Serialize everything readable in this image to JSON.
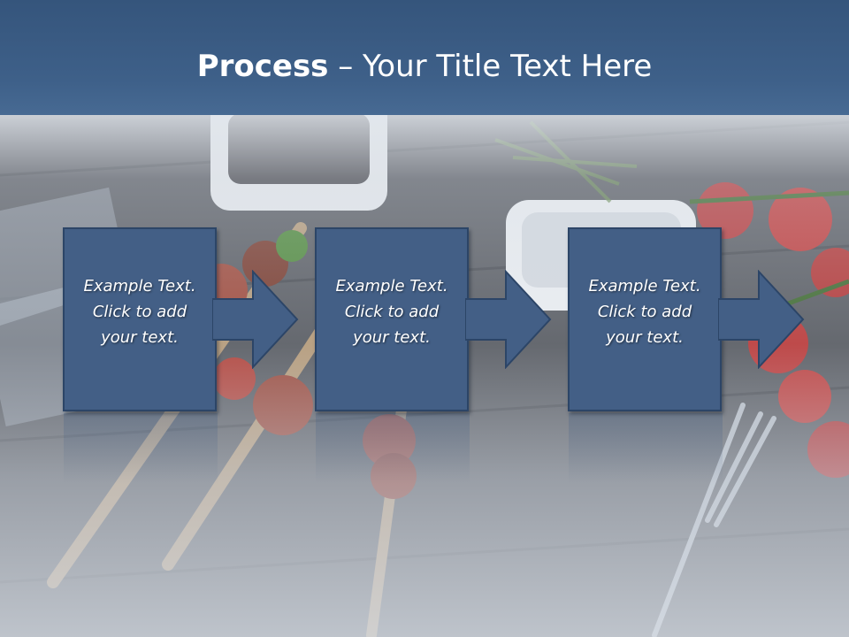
{
  "slide": {
    "title_bold": "Process",
    "title_rest": " – Your Title Text Here"
  },
  "steps": [
    {
      "text": "Example Text.\nClick  to add\nyour text."
    },
    {
      "text": "Example Text.\nClick  to add\nyour text."
    },
    {
      "text": "Example Text.\nClick  to add\nyour text."
    }
  ],
  "colors": {
    "header": "#3e6089",
    "box_fill": "#435f86",
    "box_border": "#2c4567"
  }
}
